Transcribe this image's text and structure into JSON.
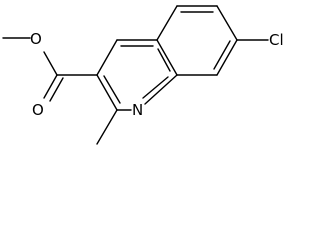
{
  "molecule": {
    "atoms": {
      "ester_oxygen_single": "O",
      "ester_oxygen_double": "O",
      "ring_nitrogen": "N",
      "chlorine": "Cl"
    }
  }
}
